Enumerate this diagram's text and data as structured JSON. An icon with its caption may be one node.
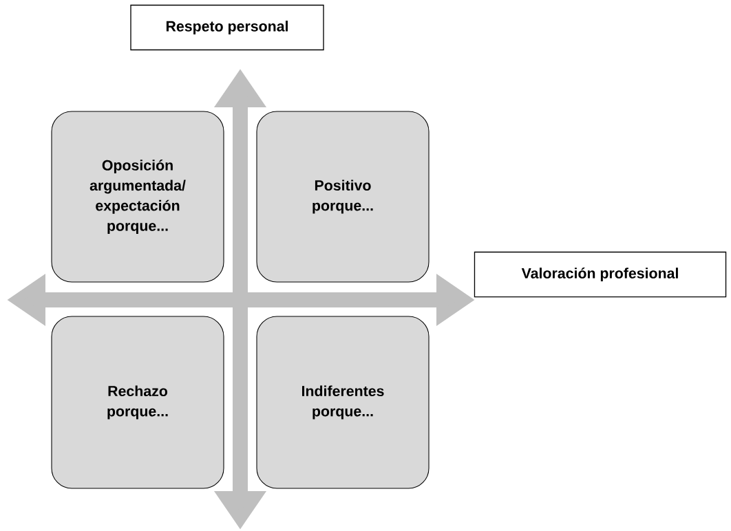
{
  "diagram": {
    "nodes": [
      {
        "text": [
          "Respeto personal"
        ]
      },
      {
        "text": [
          "Valoración profesional"
        ]
      },
      {
        "text": [
          "Oposición argumentada/ expectación porque..."
        ]
      },
      {
        "text": [
          "Positivo porque..."
        ]
      },
      {
        "text": [
          "Rechazo porque..."
        ]
      },
      {
        "text": [
          "Indiferentes porque..."
        ]
      }
    ]
  }
}
